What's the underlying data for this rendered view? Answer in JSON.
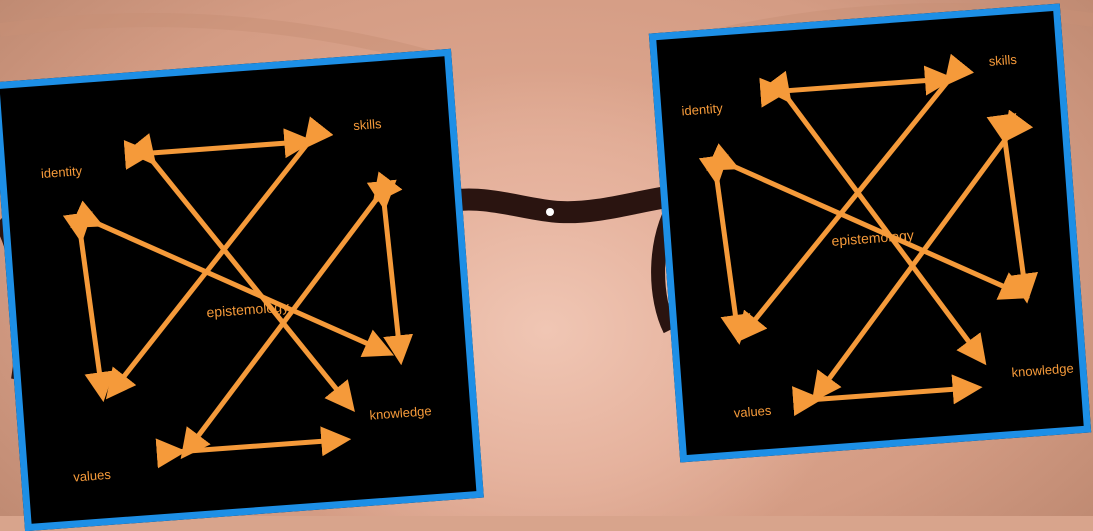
{
  "colors": {
    "panel_border": "#1d8fe6",
    "panel_bg": "#000000",
    "arrow": "#f59a3a",
    "label": "#f59a3a",
    "skin": "#e0aa93"
  },
  "background": {
    "subject": "close-up of a face with dark-framed glasses"
  },
  "panels": [
    {
      "labels": {
        "top_left": "identity",
        "top_right": "skills",
        "center": "epistemology",
        "bottom_left": "values",
        "bottom_right": "knowledge"
      }
    },
    {
      "labels": {
        "top_left": "identity",
        "top_right": "skills",
        "center": "epistemology",
        "bottom_left": "values",
        "bottom_right": "knowledge"
      }
    }
  ]
}
